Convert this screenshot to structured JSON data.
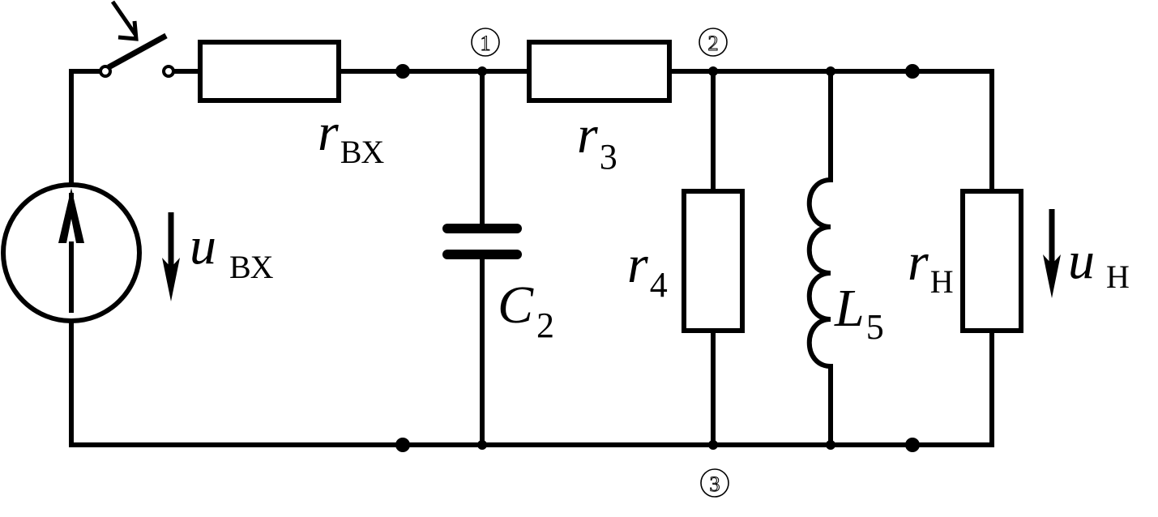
{
  "nodes": {
    "n1": "1",
    "n2": "2",
    "n3": "3"
  },
  "labels": {
    "r_in": {
      "symbol": "r",
      "sub": "ВХ"
    },
    "r3": {
      "symbol": "r",
      "sub": "3"
    },
    "c2": {
      "symbol": "C",
      "sub": "2"
    },
    "r4": {
      "symbol": "r",
      "sub": "4"
    },
    "l5": {
      "symbol": "L",
      "sub": "5"
    },
    "r_load": {
      "symbol": "r",
      "sub": "Н"
    },
    "u_in": {
      "symbol": "u",
      "sub": "ВХ"
    },
    "u_load": {
      "symbol": "u",
      "sub": "Н"
    }
  }
}
